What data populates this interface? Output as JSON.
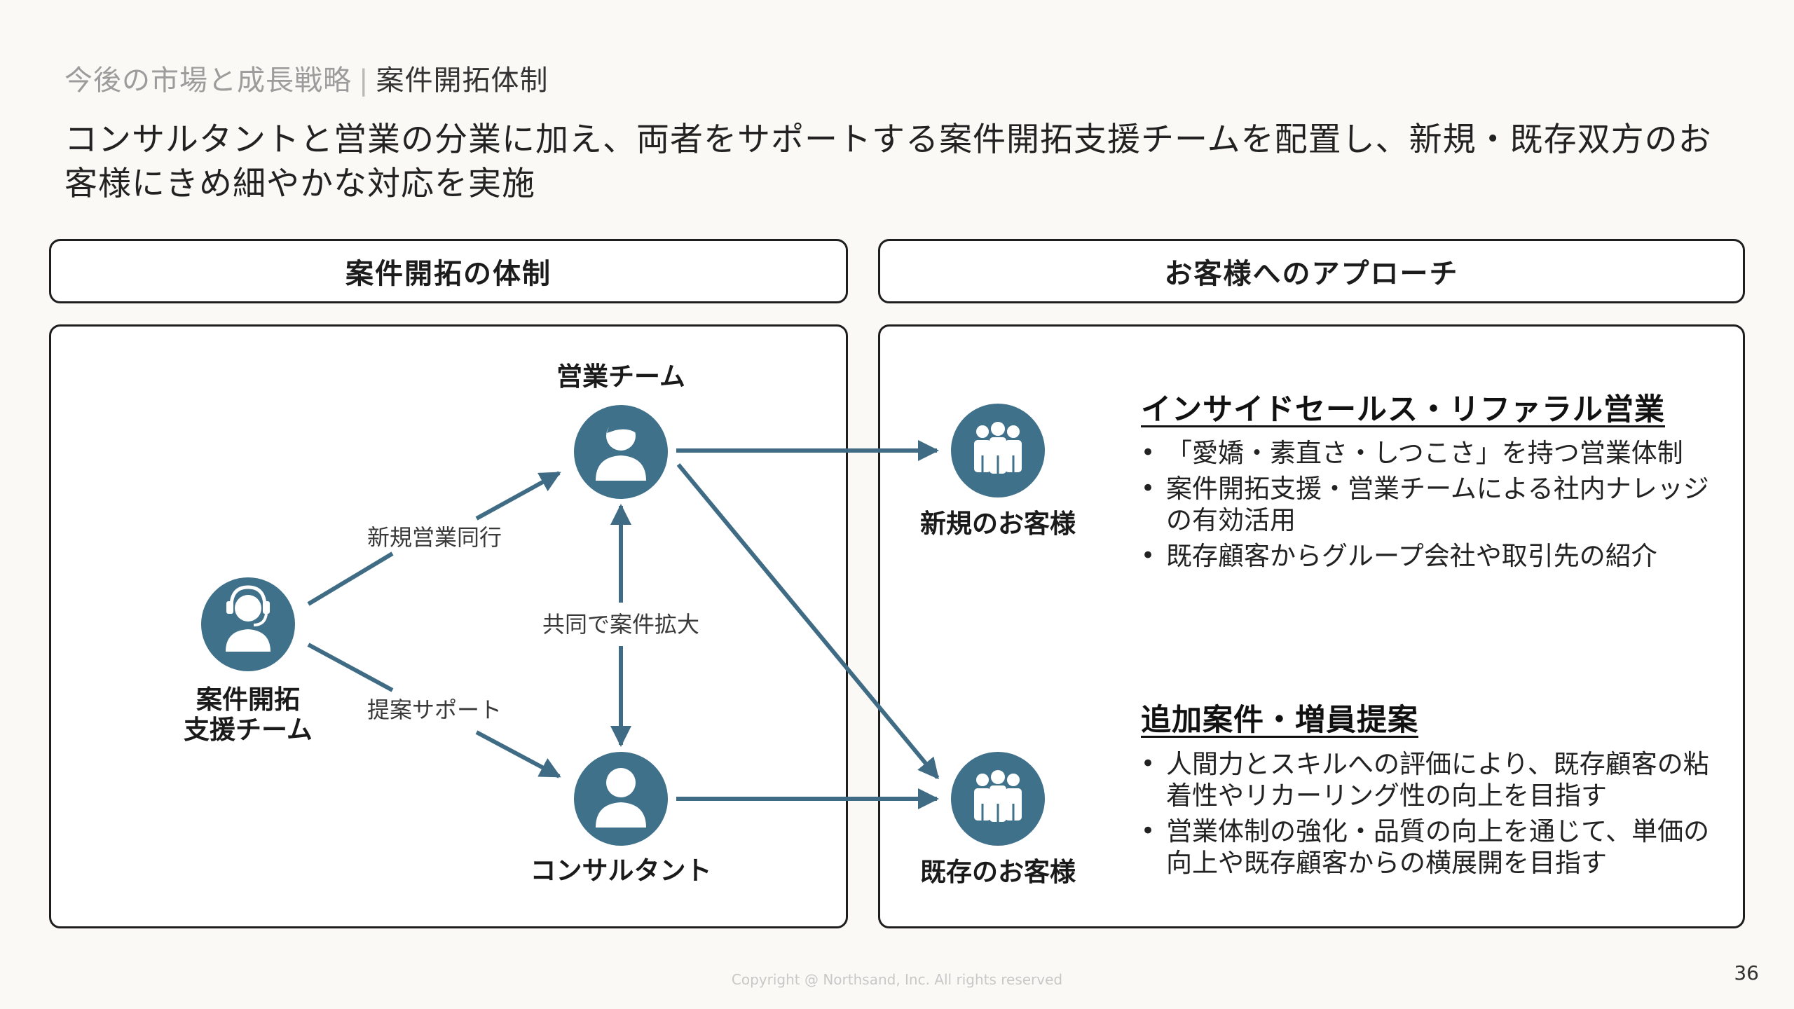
{
  "breadcrumb": {
    "parent": "今後の市場と成長戦略",
    "separator": "|",
    "current": "案件開拓体制"
  },
  "headline": "コンサルタントと営業の分業に加え、両者をサポートする案件開拓支援チームを配置し、新規・既存双方のお客様にきめ細やかな対応を実施",
  "left_header": "案件開拓の体制",
  "right_header": "お客様へのアプローチ",
  "diagram": {
    "nodes": {
      "sales_team": "営業チーム",
      "consultant": "コンサルタント",
      "support_team_line1": "案件開拓",
      "support_team_line2": "支援チーム",
      "new_customers": "新規のお客様",
      "existing_customers": "既存のお客様"
    },
    "edges": {
      "new_sales_accompany": "新規営業同行",
      "proposal_support": "提案サポート",
      "joint_expansion": "共同で案件拡大"
    },
    "colors": {
      "icon": "#40718a",
      "arrow": "#3f6c84"
    }
  },
  "sections": [
    {
      "title": "インサイドセールス・リファラル営業",
      "bullets": [
        "「愛嬌・素直さ・しつこさ」を持つ営業体制",
        "案件開拓支援・営業チームによる社内ナレッジの有効活用",
        "既存顧客からグループ会社や取引先の紹介"
      ]
    },
    {
      "title": "追加案件・増員提案",
      "bullets": [
        "人間力とスキルへの評価により、既存顧客の粘着性やリカーリング性の向上を目指す",
        "営業体制の強化・品質の向上を通じて、単価の向上や既存顧客からの横展開を目指す"
      ]
    }
  ],
  "footer": {
    "copyright": "Copyright @ Northsand, Inc. All rights reserved",
    "page_number": "36"
  }
}
